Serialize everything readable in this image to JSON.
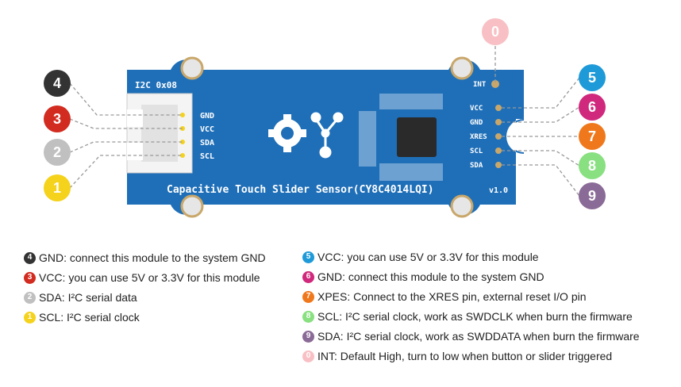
{
  "board": {
    "i2c_label": "I2C 0x08",
    "title": "Capacitive Touch Slider Sensor(CY8C4014LQI)",
    "version": "v1.0",
    "left_pins": [
      "GND",
      "VCC",
      "SDA",
      "SCL"
    ],
    "right_pins": [
      "VCC",
      "GND",
      "XRES",
      "SCL",
      "SDA"
    ],
    "int_pin": "INT"
  },
  "callouts": [
    {
      "num": "4",
      "color": "#333333"
    },
    {
      "num": "3",
      "color": "#d22b20"
    },
    {
      "num": "2",
      "color": "#c0c0c0"
    },
    {
      "num": "1",
      "color": "#f5d21c"
    },
    {
      "num": "0",
      "color": "#f8c0c4"
    },
    {
      "num": "5",
      "color": "#1e9ad8"
    },
    {
      "num": "6",
      "color": "#d0287c"
    },
    {
      "num": "7",
      "color": "#f0781c"
    },
    {
      "num": "8",
      "color": "#88e080"
    },
    {
      "num": "9",
      "color": "#8a6a96"
    }
  ],
  "legend_left": [
    {
      "num": "4",
      "text": "GND: connect this module to the system GND"
    },
    {
      "num": "3",
      "text": "VCC: you can use 5V or 3.3V for this module"
    },
    {
      "num": "2",
      "text": "SDA: I²C serial data"
    },
    {
      "num": "1",
      "text": "SCL: I²C serial clock"
    }
  ],
  "legend_right": [
    {
      "num": "5",
      "text": "VCC: you can use 5V or 3.3V for this module"
    },
    {
      "num": "6",
      "text": "GND: connect this module to the system GND"
    },
    {
      "num": "7",
      "text": "XPES: Connect to the XRES pin, external reset I/O pin"
    },
    {
      "num": "8",
      "text": "SCL: I²C serial clock, work as SWDCLK when burn the firmware"
    },
    {
      "num": "9",
      "text": "SDA: I²C serial clock, work as SWDDATA when burn the firmware"
    },
    {
      "num": "0",
      "text": "INT: Default High, turn to low when button or slider triggered"
    }
  ]
}
